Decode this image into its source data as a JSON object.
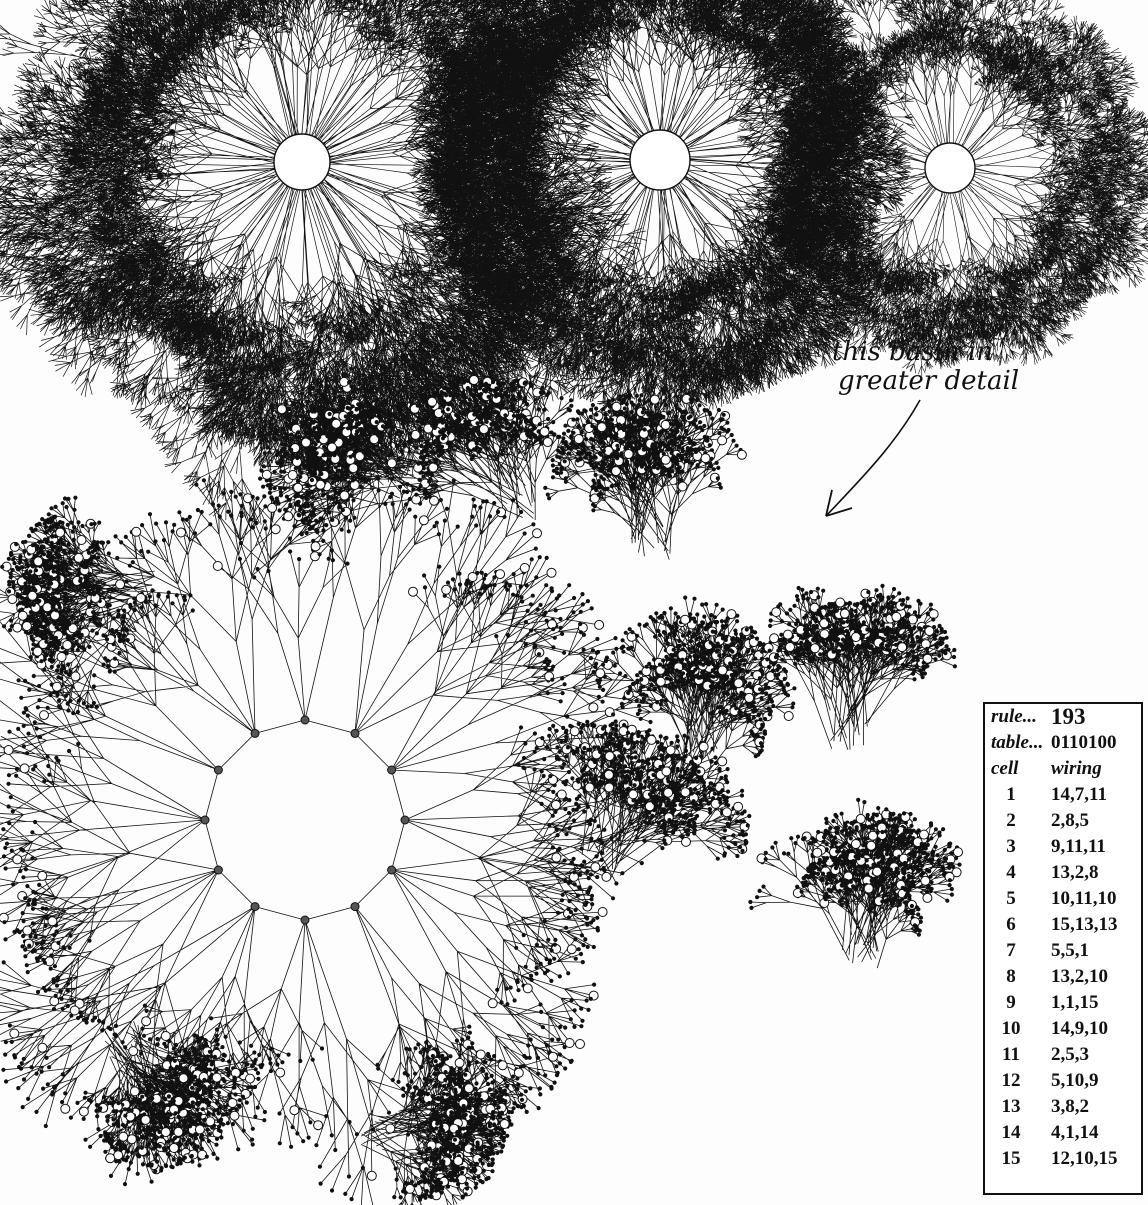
{
  "annotation": {
    "line1": "this basin in",
    "line2": "greater detail"
  },
  "wiring_table": {
    "rule_label": "rule...",
    "rule_value": "193",
    "table_label": "table...",
    "table_value": "0110100",
    "cell_header": "cell",
    "wiring_header": "wiring",
    "rows": [
      {
        "cell": "1",
        "wiring": "14,7,11"
      },
      {
        "cell": "2",
        "wiring": "2,8,5"
      },
      {
        "cell": "3",
        "wiring": "9,11,11"
      },
      {
        "cell": "4",
        "wiring": "13,2,8"
      },
      {
        "cell": "5",
        "wiring": "10,11,10"
      },
      {
        "cell": "6",
        "wiring": "15,13,13"
      },
      {
        "cell": "7",
        "wiring": "5,5,1"
      },
      {
        "cell": "8",
        "wiring": "13,2,10"
      },
      {
        "cell": "9",
        "wiring": "1,1,15"
      },
      {
        "cell": "10",
        "wiring": "14,9,10"
      },
      {
        "cell": "11",
        "wiring": "2,5,3"
      },
      {
        "cell": "12",
        "wiring": "5,10,9"
      },
      {
        "cell": "13",
        "wiring": "3,8,2"
      },
      {
        "cell": "14",
        "wiring": "4,1,14"
      },
      {
        "cell": "15",
        "wiring": "12,10,15"
      }
    ]
  },
  "colors": {
    "ink": "#111111",
    "paper": "#fdfdfd"
  }
}
